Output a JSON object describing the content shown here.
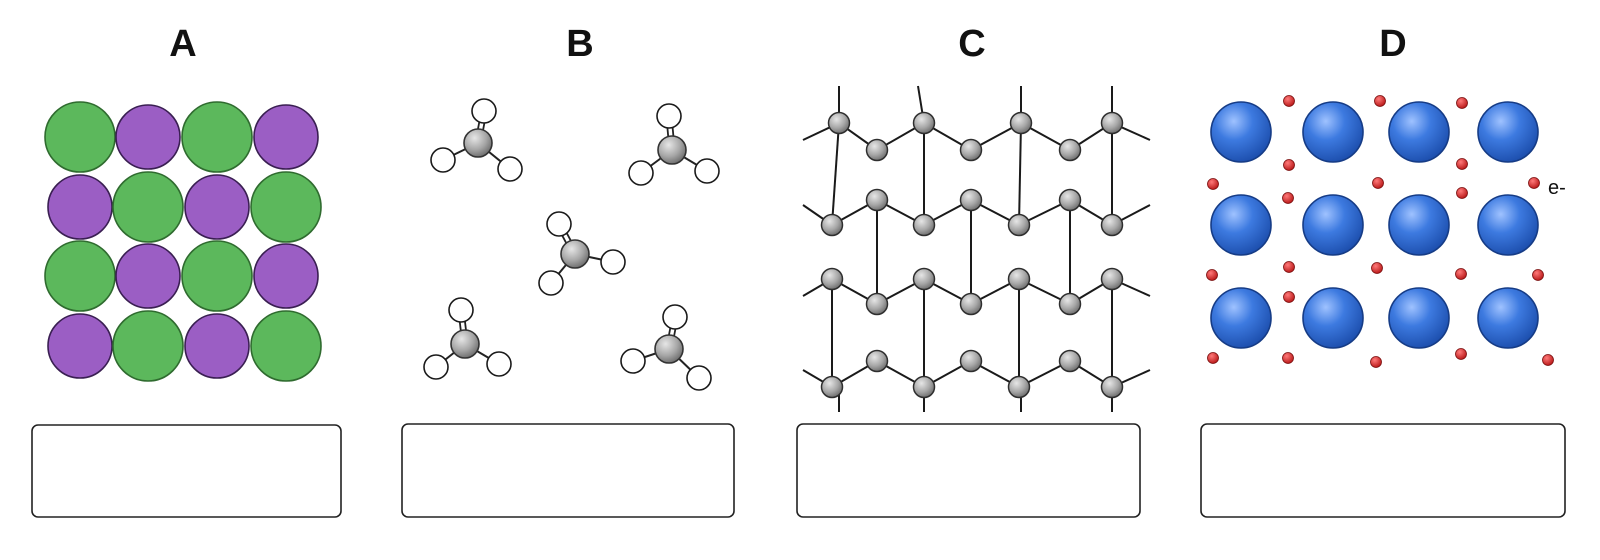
{
  "panels": [
    {
      "id": "A",
      "title": "A",
      "answer": ""
    },
    {
      "id": "B",
      "title": "B",
      "answer": ""
    },
    {
      "id": "C",
      "title": "C",
      "answer": ""
    },
    {
      "id": "D",
      "title": "D",
      "answer": ""
    }
  ],
  "labels": {
    "electron": "e-"
  },
  "colors": {
    "green_ion": "#5cb85c",
    "purple_ion": "#9b5ec4",
    "metal_cation": "#2f6ad0",
    "electron": "#d42a2a",
    "carbon_atom": "#9a9a9a",
    "hydrogen_atom": "#ffffff",
    "outline": "#1a1a1a"
  }
}
